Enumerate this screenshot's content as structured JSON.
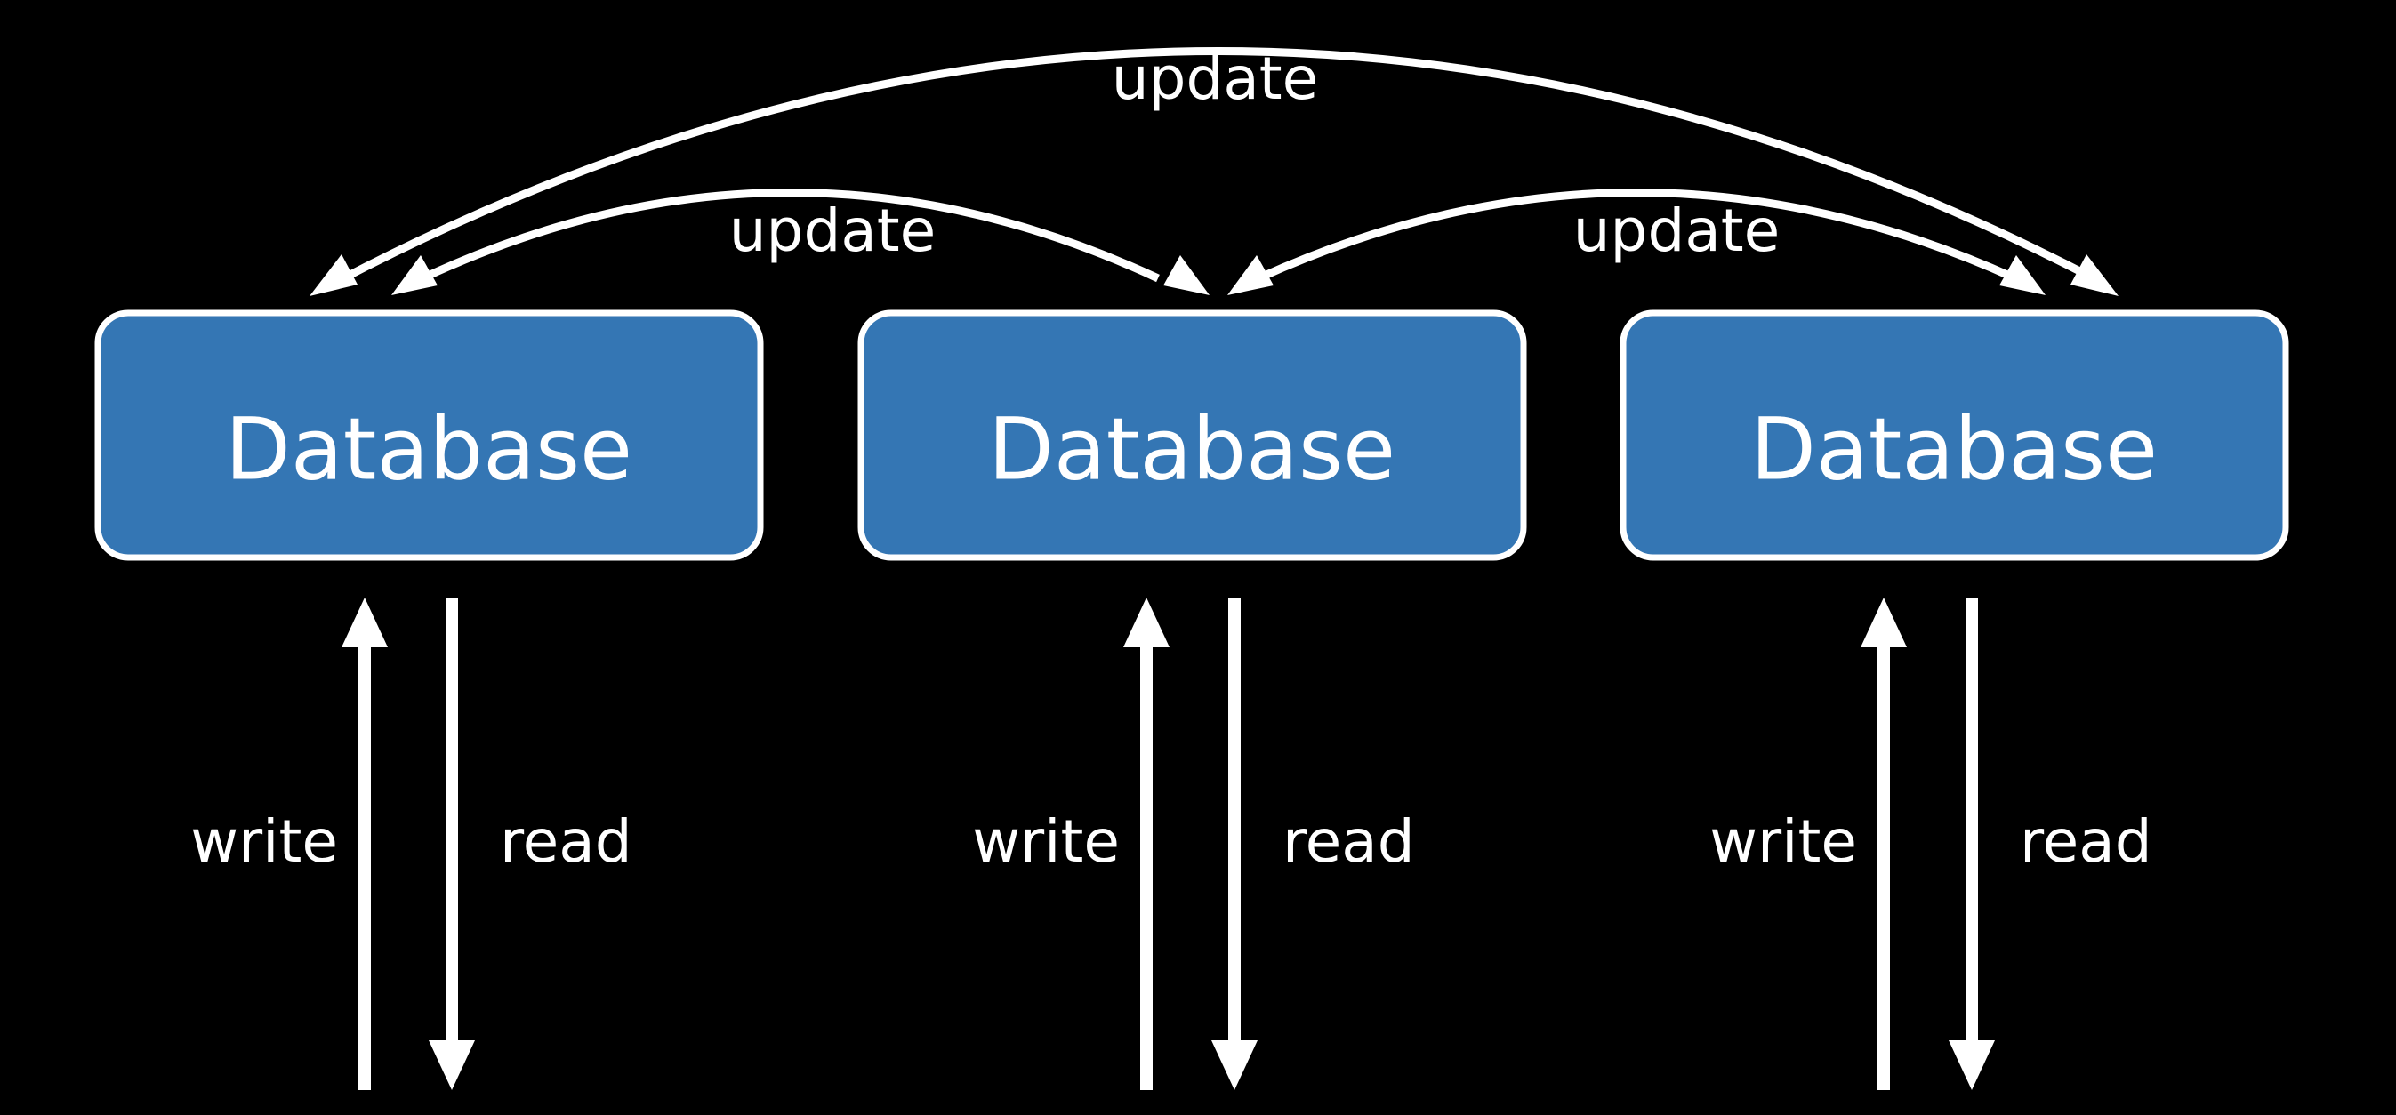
{
  "colors": {
    "background": "#000000",
    "box_fill": "#3476B4",
    "box_stroke": "#FFFFFF",
    "stroke": "#FFFFFF",
    "text": "#FFFFFF"
  },
  "nodes": [
    {
      "id": "db1",
      "label": "Database"
    },
    {
      "id": "db2",
      "label": "Database"
    },
    {
      "id": "db3",
      "label": "Database"
    }
  ],
  "edges": {
    "outer_update": {
      "from": "db1",
      "to": "db3",
      "label": "update",
      "bidirectional": true
    },
    "left_update": {
      "from": "db1",
      "to": "db2",
      "label": "update",
      "bidirectional": true
    },
    "right_update": {
      "from": "db2",
      "to": "db3",
      "label": "update",
      "bidirectional": true
    }
  },
  "io": [
    {
      "node": "db1",
      "write_label": "write",
      "read_label": "read"
    },
    {
      "node": "db2",
      "write_label": "write",
      "read_label": "read"
    },
    {
      "node": "db3",
      "write_label": "write",
      "read_label": "read"
    }
  ]
}
